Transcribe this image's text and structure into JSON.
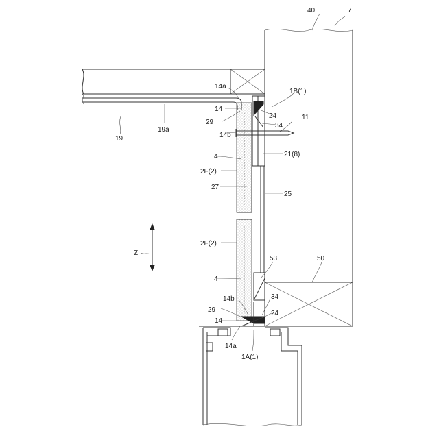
{
  "labels": {
    "l40": "40",
    "l7": "7",
    "l14a_top": "14a",
    "l1B": "1B(1)",
    "l14_top": "14",
    "l24_top": "24",
    "l29_top": "29",
    "l34_top": "34",
    "l11": "11",
    "l14b_top": "14b",
    "l19": "19",
    "l19a": "19a",
    "l21": "21(8)",
    "l4_top": "4",
    "l2F_top": "2F(2)",
    "l27": "27",
    "l25": "25",
    "lZ": "Z",
    "l2F_bot": "2F(2)",
    "l53": "53",
    "l50": "50",
    "l4_bot": "4",
    "l14b_bot": "14b",
    "l34_bot": "34",
    "l29_bot": "29",
    "l24_bot": "24",
    "l14_bot": "14",
    "l14a_bot": "14a",
    "l1A": "1A(1)"
  }
}
